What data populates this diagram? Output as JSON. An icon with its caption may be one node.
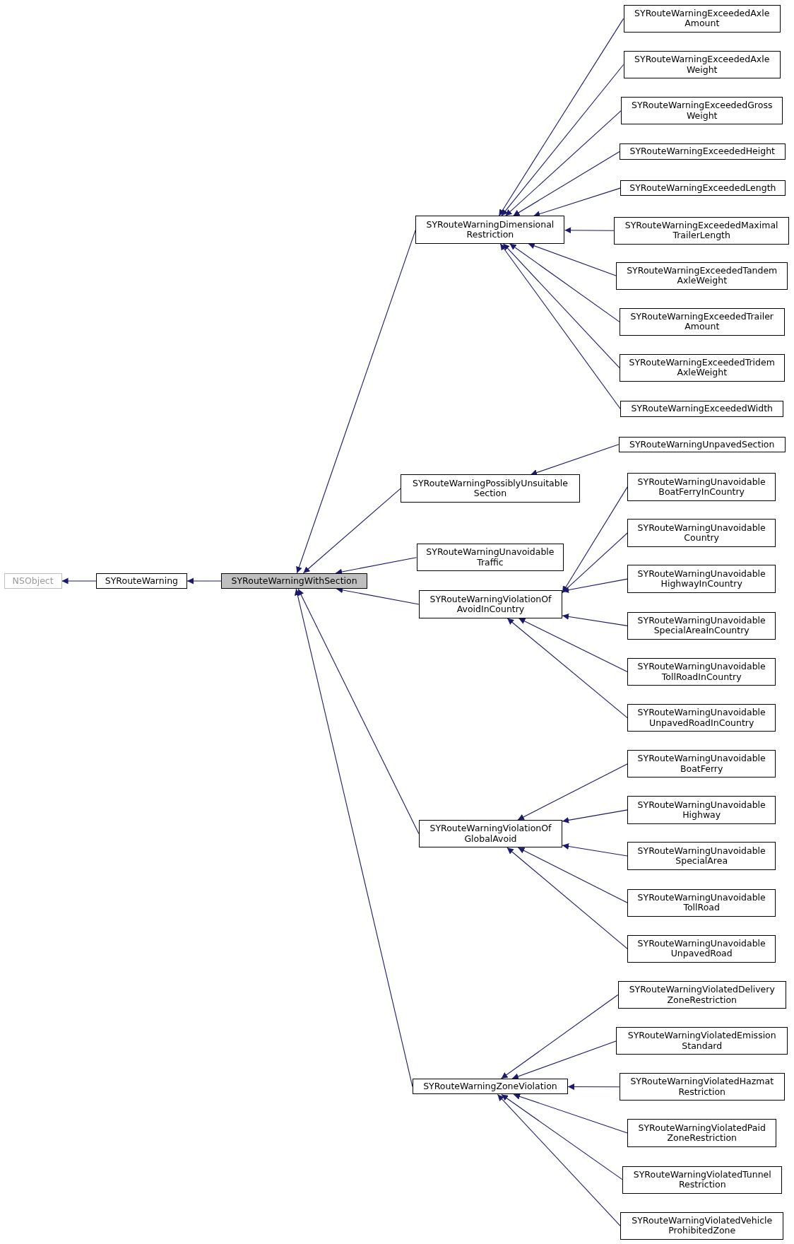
{
  "diagram": {
    "nodes": [
      {
        "text": [
          "NSObject"
        ]
      },
      {
        "text": [
          "SYRouteWarning"
        ]
      },
      {
        "text": [
          "SYRouteWarningWithSection"
        ]
      },
      {
        "text": [
          "SYRouteWarningDimensional Restriction"
        ]
      },
      {
        "text": [
          "SYRouteWarningExceededAxle Amount"
        ]
      },
      {
        "text": [
          "SYRouteWarningExceededAxle Weight"
        ]
      },
      {
        "text": [
          "SYRouteWarningExceededGross Weight"
        ]
      },
      {
        "text": [
          "SYRouteWarningExceededHeight"
        ]
      },
      {
        "text": [
          "SYRouteWarningExceededLength"
        ]
      },
      {
        "text": [
          "SYRouteWarningExceededMaximal TrailerLength"
        ]
      },
      {
        "text": [
          "SYRouteWarningExceededTandem AxleWeight"
        ]
      },
      {
        "text": [
          "SYRouteWarningExceededTrailer Amount"
        ]
      },
      {
        "text": [
          "SYRouteWarningExceededTridem AxleWeight"
        ]
      },
      {
        "text": [
          "SYRouteWarningExceededWidth"
        ]
      },
      {
        "text": [
          "SYRouteWarningPossiblyUnsuitable Section"
        ]
      },
      {
        "text": [
          "SYRouteWarningUnpavedSection"
        ]
      },
      {
        "text": [
          "SYRouteWarningUnavoidable Traffic"
        ]
      },
      {
        "text": [
          "SYRouteWarningViolationOf AvoidInCountry"
        ]
      },
      {
        "text": [
          "SYRouteWarningUnavoidable BoatFerryInCountry"
        ]
      },
      {
        "text": [
          "SYRouteWarningUnavoidable Country"
        ]
      },
      {
        "text": [
          "SYRouteWarningUnavoidable HighwayInCountry"
        ]
      },
      {
        "text": [
          "SYRouteWarningUnavoidable SpecialAreaInCountry"
        ]
      },
      {
        "text": [
          "SYRouteWarningUnavoidable TollRoadInCountry"
        ]
      },
      {
        "text": [
          "SYRouteWarningUnavoidable UnpavedRoadInCountry"
        ]
      },
      {
        "text": [
          "SYRouteWarningViolationOf GlobalAvoid"
        ]
      },
      {
        "text": [
          "SYRouteWarningUnavoidable BoatFerry"
        ]
      },
      {
        "text": [
          "SYRouteWarningUnavoidable Highway"
        ]
      },
      {
        "text": [
          "SYRouteWarningUnavoidable SpecialArea"
        ]
      },
      {
        "text": [
          "SYRouteWarningUnavoidable TollRoad"
        ]
      },
      {
        "text": [
          "SYRouteWarningUnavoidable UnpavedRoad"
        ]
      },
      {
        "text": [
          "SYRouteWarningZoneViolation"
        ]
      },
      {
        "text": [
          "SYRouteWarningViolatedDelivery ZoneRestriction"
        ]
      },
      {
        "text": [
          "SYRouteWarningViolatedEmission Standard"
        ]
      },
      {
        "text": [
          "SYRouteWarningViolatedHazmat Restriction"
        ]
      },
      {
        "text": [
          "SYRouteWarningViolatedPaid ZoneRestriction"
        ]
      },
      {
        "text": [
          "SYRouteWarningViolatedTunnel Restriction"
        ]
      },
      {
        "text": [
          "SYRouteWarningViolatedVehicle ProhibitedZone"
        ]
      }
    ],
    "edges": [
      {
        "from": 1,
        "to": 0,
        "arrow": "to"
      },
      {
        "from": 2,
        "to": 1,
        "arrow": "to"
      },
      {
        "from": 3,
        "to": 2,
        "arrow": "to"
      },
      {
        "from": 4,
        "to": 3,
        "arrow": "to"
      },
      {
        "from": 5,
        "to": 3,
        "arrow": "to"
      },
      {
        "from": 6,
        "to": 3,
        "arrow": "to"
      },
      {
        "from": 7,
        "to": 3,
        "arrow": "to"
      },
      {
        "from": 8,
        "to": 3,
        "arrow": "to"
      },
      {
        "from": 9,
        "to": 3,
        "arrow": "to"
      },
      {
        "from": 10,
        "to": 3,
        "arrow": "to"
      },
      {
        "from": 11,
        "to": 3,
        "arrow": "to"
      },
      {
        "from": 12,
        "to": 3,
        "arrow": "to"
      },
      {
        "from": 13,
        "to": 3,
        "arrow": "to"
      },
      {
        "from": 14,
        "to": 2,
        "arrow": "to"
      },
      {
        "from": 15,
        "to": 14,
        "arrow": "to"
      },
      {
        "from": 16,
        "to": 2,
        "arrow": "to"
      },
      {
        "from": 17,
        "to": 2,
        "arrow": "to"
      },
      {
        "from": 18,
        "to": 17,
        "arrow": "to"
      },
      {
        "from": 19,
        "to": 17,
        "arrow": "to"
      },
      {
        "from": 20,
        "to": 17,
        "arrow": "to"
      },
      {
        "from": 21,
        "to": 17,
        "arrow": "to"
      },
      {
        "from": 22,
        "to": 17,
        "arrow": "to"
      },
      {
        "from": 23,
        "to": 17,
        "arrow": "to"
      },
      {
        "from": 24,
        "to": 2,
        "arrow": "to"
      },
      {
        "from": 25,
        "to": 24,
        "arrow": "to"
      },
      {
        "from": 26,
        "to": 24,
        "arrow": "to"
      },
      {
        "from": 27,
        "to": 24,
        "arrow": "to"
      },
      {
        "from": 28,
        "to": 24,
        "arrow": "to"
      },
      {
        "from": 29,
        "to": 24,
        "arrow": "to"
      },
      {
        "from": 30,
        "to": 2,
        "arrow": "to"
      },
      {
        "from": 31,
        "to": 30,
        "arrow": "to"
      },
      {
        "from": 32,
        "to": 30,
        "arrow": "to"
      },
      {
        "from": 33,
        "to": 30,
        "arrow": "to"
      },
      {
        "from": 34,
        "to": 30,
        "arrow": "to"
      },
      {
        "from": 35,
        "to": 30,
        "arrow": "to"
      },
      {
        "from": 36,
        "to": 30,
        "arrow": "to"
      }
    ]
  }
}
